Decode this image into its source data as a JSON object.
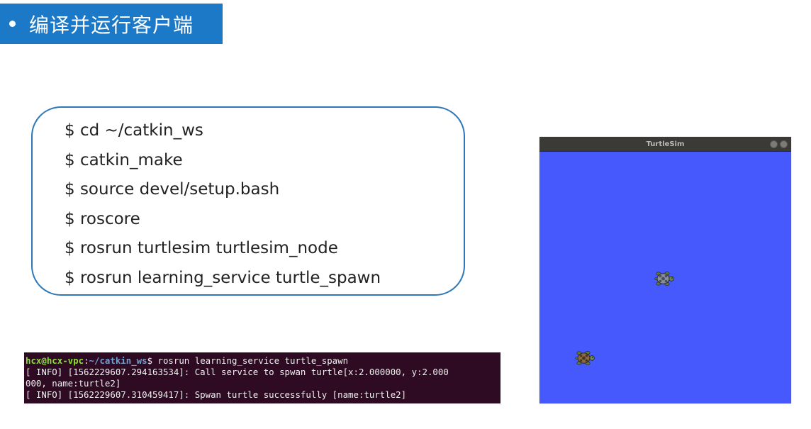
{
  "slide": {
    "title": "编译并运行客户端"
  },
  "commands": [
    "$ cd ~/catkin_ws",
    "$ catkin_make",
    "$ source devel/setup.bash",
    "$ roscore",
    "$ rosrun turtlesim turtlesim_node",
    "$ rosrun learning_service turtle_spawn"
  ],
  "terminal": {
    "prompt_user": "hcx@hcx-vpc",
    "prompt_sep": ":",
    "prompt_path": "~/catkin_ws",
    "prompt_command": "$ rosrun learning_service turtle_spawn",
    "line2": "[ INFO] [1562229607.294163534]: Call service to spwan turtle[x:2.000000, y:2.000",
    "line3": "000, name:turtle2]",
    "line4": "[ INFO] [1562229607.310459417]: Spwan turtle successfully [name:turtle2]"
  },
  "turtlesim": {
    "window_title": "TurtleSim",
    "background_color": "#4559fc",
    "turtles": [
      {
        "icon": "turtle-icon",
        "x": 5.5,
        "y": 5.5
      },
      {
        "icon": "turtle-icon",
        "x": 2.0,
        "y": 2.0
      }
    ]
  }
}
